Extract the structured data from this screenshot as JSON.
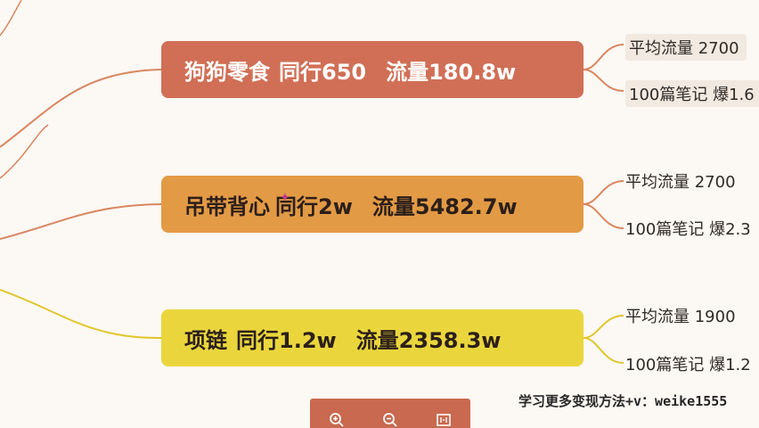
{
  "nodes": [
    {
      "id": "n1",
      "topic": "狗狗零食",
      "peers": "同行650",
      "traffic": "流量180.8w",
      "color": "#d06f56",
      "children": [
        "平均流量 2700",
        "100篇笔记 爆1.6"
      ]
    },
    {
      "id": "n2",
      "topic": "吊带背心",
      "peers": "同行2w",
      "traffic": "流量5482.7w",
      "color": "#e39a45",
      "children": [
        "平均流量 2700",
        "100篇笔记 爆2.3"
      ]
    },
    {
      "id": "n3",
      "topic": "项链",
      "peers": "同行1.2w",
      "traffic": "流量2358.3w",
      "color": "#ead63c",
      "children": [
        "平均流量 1900",
        "100篇笔记 爆1.2"
      ]
    }
  ],
  "footer": {
    "promo": "学习更多变现方法+v：weike1555"
  },
  "toolbar": {
    "icons": [
      "zoom-in-icon",
      "zoom-out-icon",
      "fit-screen-icon"
    ],
    "color": "#c9694f"
  },
  "colors": {
    "background": "#fcf8f4",
    "connector_primary": "#d8875f",
    "connector_yellow": "#e0c72e"
  }
}
